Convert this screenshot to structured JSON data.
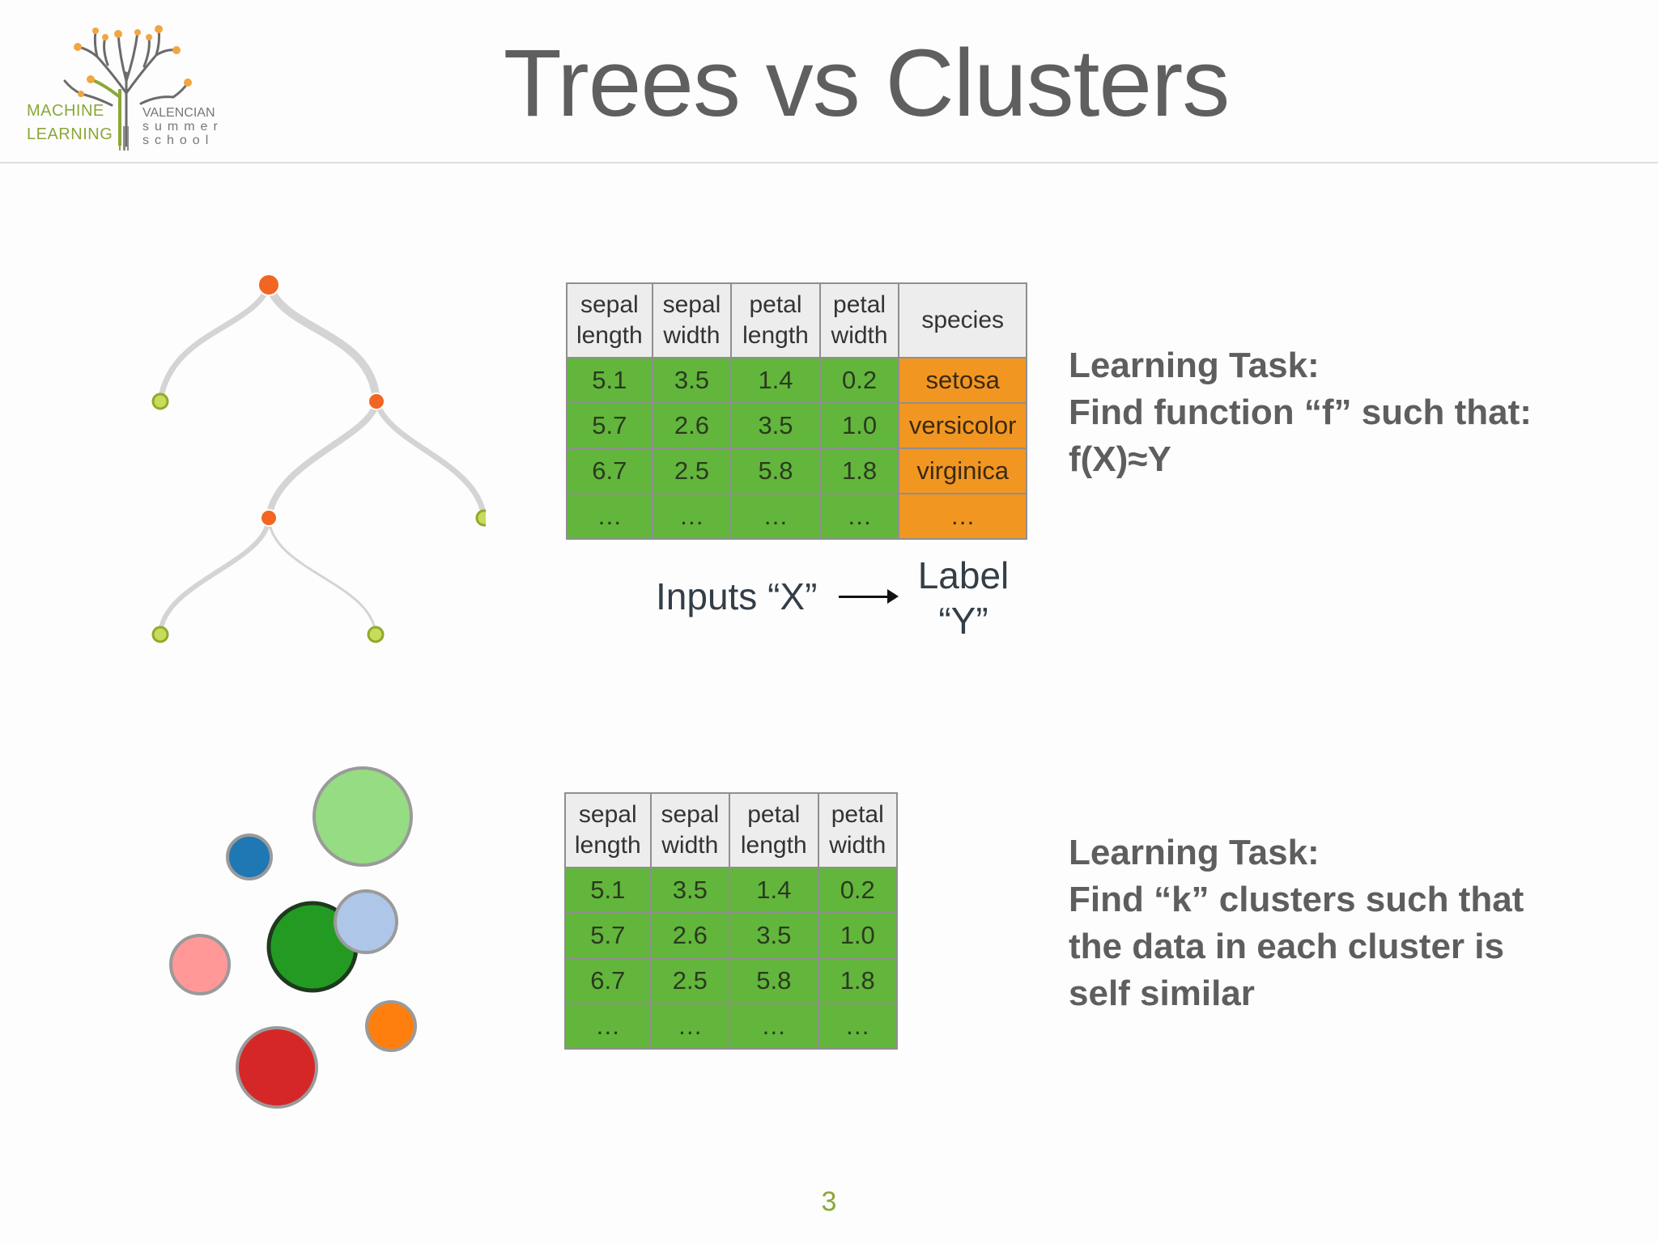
{
  "logo": {
    "left_line1": "MACHINE",
    "left_line2": "LEARNING",
    "right_line1": "VALENCIAN",
    "right_line2": "summer",
    "right_line3": "school"
  },
  "title": "Trees vs Clusters",
  "supervised": {
    "headers": [
      {
        "line1": "sepal",
        "line2": "length"
      },
      {
        "line1": "sepal",
        "line2": "width"
      },
      {
        "line1": "petal",
        "line2": "length"
      },
      {
        "line1": "petal",
        "line2": "width"
      },
      {
        "line1": "species",
        "line2": ""
      }
    ],
    "rows": [
      [
        "5.1",
        "3.5",
        "1.4",
        "0.2",
        "setosa"
      ],
      [
        "5.7",
        "2.6",
        "3.5",
        "1.0",
        "versicolor"
      ],
      [
        "6.7",
        "2.5",
        "5.8",
        "1.8",
        "virginica"
      ],
      [
        "…",
        "…",
        "…",
        "…",
        "…"
      ]
    ],
    "inputs_label": "Inputs “X”",
    "label_line1": "Label",
    "label_line2": "“Y”",
    "task_lines": [
      "Learning Task:",
      "Find function “f” such that:",
      "f(X)≈Y"
    ]
  },
  "unsupervised": {
    "headers": [
      {
        "line1": "sepal",
        "line2": "length"
      },
      {
        "line1": "sepal",
        "line2": "width"
      },
      {
        "line1": "petal",
        "line2": "length"
      },
      {
        "line1": "petal",
        "line2": "width"
      }
    ],
    "rows": [
      [
        "5.1",
        "3.5",
        "1.4",
        "0.2"
      ],
      [
        "5.7",
        "2.6",
        "3.5",
        "1.0"
      ],
      [
        "6.7",
        "2.5",
        "5.8",
        "1.8"
      ],
      [
        "…",
        "…",
        "…",
        "…"
      ]
    ],
    "task_lines": [
      "Learning Task:",
      "Find “k” clusters such that",
      "the data in each cluster is",
      "self similar"
    ]
  },
  "colors": {
    "feature_cell": "#62b63c",
    "label_cell": "#f29622",
    "tree_internal_node": "#f26522",
    "tree_leaf_node": "#a8c63c",
    "tree_branch": "#d4d4d4",
    "clusters": [
      "#96dc82",
      "#1f77b4",
      "#239b23",
      "#aec7e8",
      "#ff9896",
      "#ff7f0e",
      "#d62728"
    ]
  },
  "page_number": "3"
}
